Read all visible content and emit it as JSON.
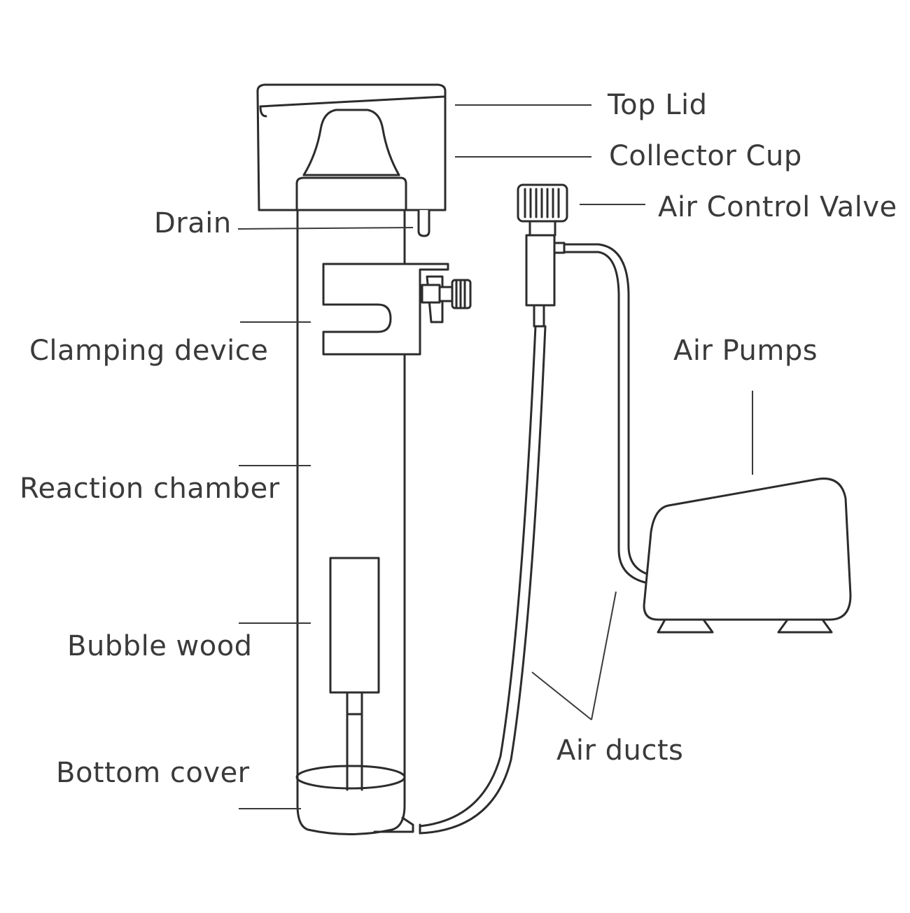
{
  "labels": {
    "top_lid": "Top Lid",
    "collector_cup": "Collector Cup",
    "air_control_valve": "Air Control Valve",
    "drain": "Drain",
    "clamping_device": "Clamping device",
    "air_pumps": "Air Pumps",
    "reaction_chamber": "Reaction chamber",
    "bubble_wood": "Bubble wood",
    "air_ducts": "Air ducts",
    "bottom_cover": "Bottom cover"
  },
  "colors": {
    "line": "#2c2c2c",
    "text": "#3a3a3a",
    "background": "#ffffff"
  }
}
